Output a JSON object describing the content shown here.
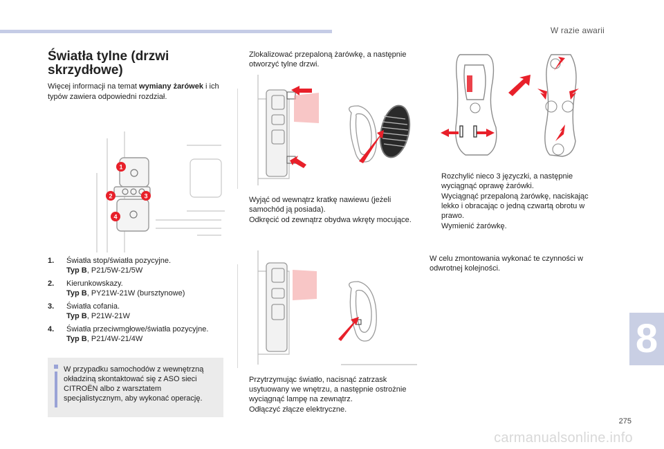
{
  "header": {
    "running_head": "W razie awarii",
    "page_number": "275",
    "chapter": "8",
    "watermark": "carmanualsonline.info"
  },
  "section": {
    "title_line1": "Światła tylne (drzwi",
    "title_line2": "skrzydłowe)",
    "intro_pre": "Więcej informacji na temat ",
    "intro_bold": "wymiany żarówek",
    "intro_post": " i ich typów zawiera odpowiedni rozdział."
  },
  "figure": {
    "callouts": [
      "1",
      "2",
      "3",
      "4"
    ]
  },
  "legend": [
    {
      "num": "1.",
      "label": "Światła stop/światła pozycyjne.",
      "type_label": "Typ B",
      "type_value": ", P21/5W-21/5W"
    },
    {
      "num": "2.",
      "label": "Kierunkowskazy.",
      "type_label": "Typ B",
      "type_value": ", PY21W-21W (bursztynowe)"
    },
    {
      "num": "3.",
      "label": "Światła cofania.",
      "type_label": "Typ B",
      "type_value": ", P21W-21W"
    },
    {
      "num": "4.",
      "label": "Światła przeciwmgłowe/światła pozycyjne.",
      "type_label": "Typ B",
      "type_value": ", P21/4W-21/4W"
    }
  ],
  "note": {
    "text": "W przypadku samochodów z wewnętrzną okładziną skontaktować się z ASO sieci CITROËN albo z warsztatem specjalistycznym, aby wykonać operację."
  },
  "col2": {
    "marker": "",
    "step_a": "Zlokalizować przepaloną żarówkę, a następnie otworzyć tylne drzwi.",
    "steps_b": [
      "Wyjąć od wewnątrz kratkę nawiewu (jeżeli samochód ją posiada).",
      "Odkręcić od zewnątrz obydwa wkręty mocujące."
    ],
    "steps_c": [
      "Przytrzymując światło, nacisnąć zatrzask usytuowany we wnętrzu, a następnie ostrożnie wyciągnąć lampę na zewnątrz.",
      "Odłączyć złącze elektryczne."
    ]
  },
  "col3": {
    "steps": [
      "Rozchylić nieco 3 języczki, a następnie wyciągnąć oprawę żarówki.",
      "Wyciągnąć przepaloną żarówkę, naciskając lekko i obracając o jedną czwartą obrotu w prawo.",
      "Wymienić żarówkę."
    ],
    "closing": "W celu zmontowania wykonać te czynności w odwrotnej kolejności."
  },
  "colors": {
    "accent": "#e8202a",
    "tab": "#c9cfe4",
    "note_bg": "#ebebeb",
    "info_icon": "#9aa3d6"
  }
}
